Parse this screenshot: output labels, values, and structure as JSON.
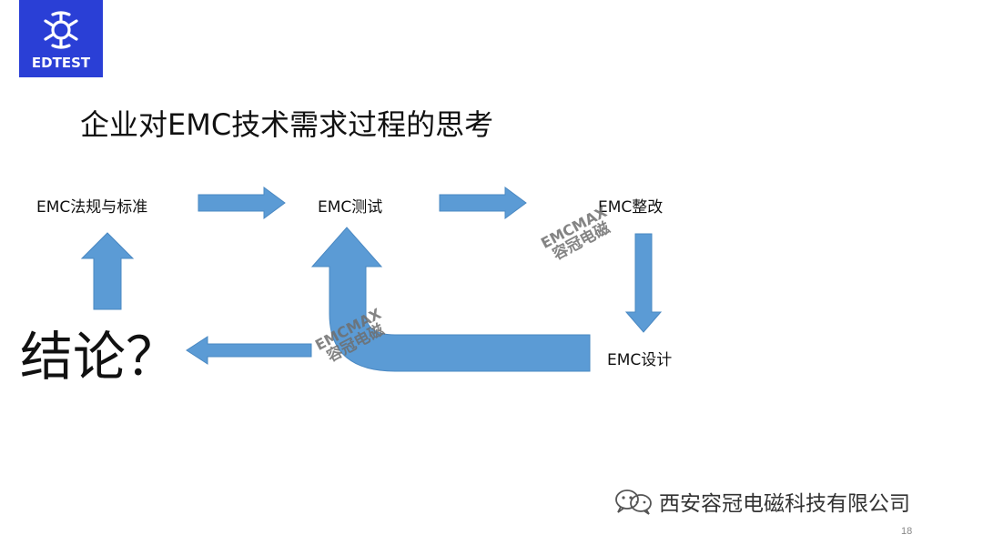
{
  "logo": {
    "text": "EDTEST",
    "background": "#2a3fd6"
  },
  "slide": {
    "title": "企业对EMC技术需求过程的思考",
    "nodes": {
      "standards": "EMC法规与标准",
      "testing": "EMC测试",
      "rectify": "EMC整改",
      "design": "EMC设计",
      "conclusion": "结论？"
    },
    "arrow_color": "#5b9bd5",
    "page_number": "18"
  },
  "watermarks": [
    {
      "line1": "EMCMAX",
      "line2": "容冠电磁"
    },
    {
      "line1": "EMCMAX",
      "line2": "容冠电磁"
    }
  ],
  "footer": {
    "company": "西安容冠电磁科技有限公司",
    "icon": "wechat-icon"
  }
}
